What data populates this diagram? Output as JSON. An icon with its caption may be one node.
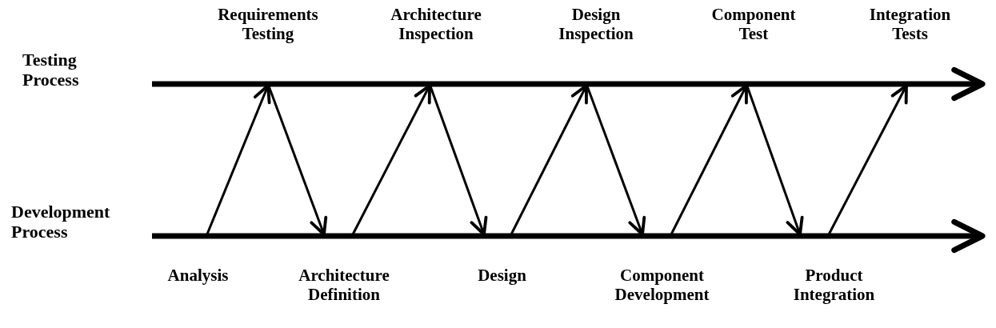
{
  "diagram": {
    "nodes": [
      {
        "text": [
          "Testing Process"
        ]
      },
      {
        "text": [
          "Requirements Testing"
        ]
      },
      {
        "text": [
          "Architecture Inspection"
        ]
      },
      {
        "text": [
          "Design Inspection"
        ]
      },
      {
        "text": [
          "Component Test"
        ]
      },
      {
        "text": [
          "Integration Tests"
        ]
      },
      {
        "text": [
          "Development Process"
        ]
      },
      {
        "text": [
          "Analysis"
        ]
      },
      {
        "text": [
          "Architecture Definition"
        ]
      },
      {
        "text": [
          "Design"
        ]
      },
      {
        "text": [
          "Component Development"
        ]
      },
      {
        "text": [
          "Product Integration"
        ]
      }
    ],
    "edges": [
      {
        "from": 0,
        "to": null,
        "arrow": "to",
        "style": "thick"
      },
      {
        "from": 6,
        "to": null,
        "arrow": "to",
        "style": "thick"
      },
      {
        "from": 7,
        "to": 1,
        "arrow": "to"
      },
      {
        "from": 1,
        "to": 8,
        "arrow": "to"
      },
      {
        "from": 8,
        "to": 2,
        "arrow": "to"
      },
      {
        "from": 2,
        "to": 9,
        "arrow": "to"
      },
      {
        "from": 9,
        "to": 3,
        "arrow": "to"
      },
      {
        "from": 3,
        "to": 10,
        "arrow": "to"
      },
      {
        "from": 10,
        "to": 4,
        "arrow": "to"
      },
      {
        "from": 4,
        "to": 11,
        "arrow": "to"
      },
      {
        "from": 11,
        "to": 5,
        "arrow": "to"
      }
    ]
  }
}
